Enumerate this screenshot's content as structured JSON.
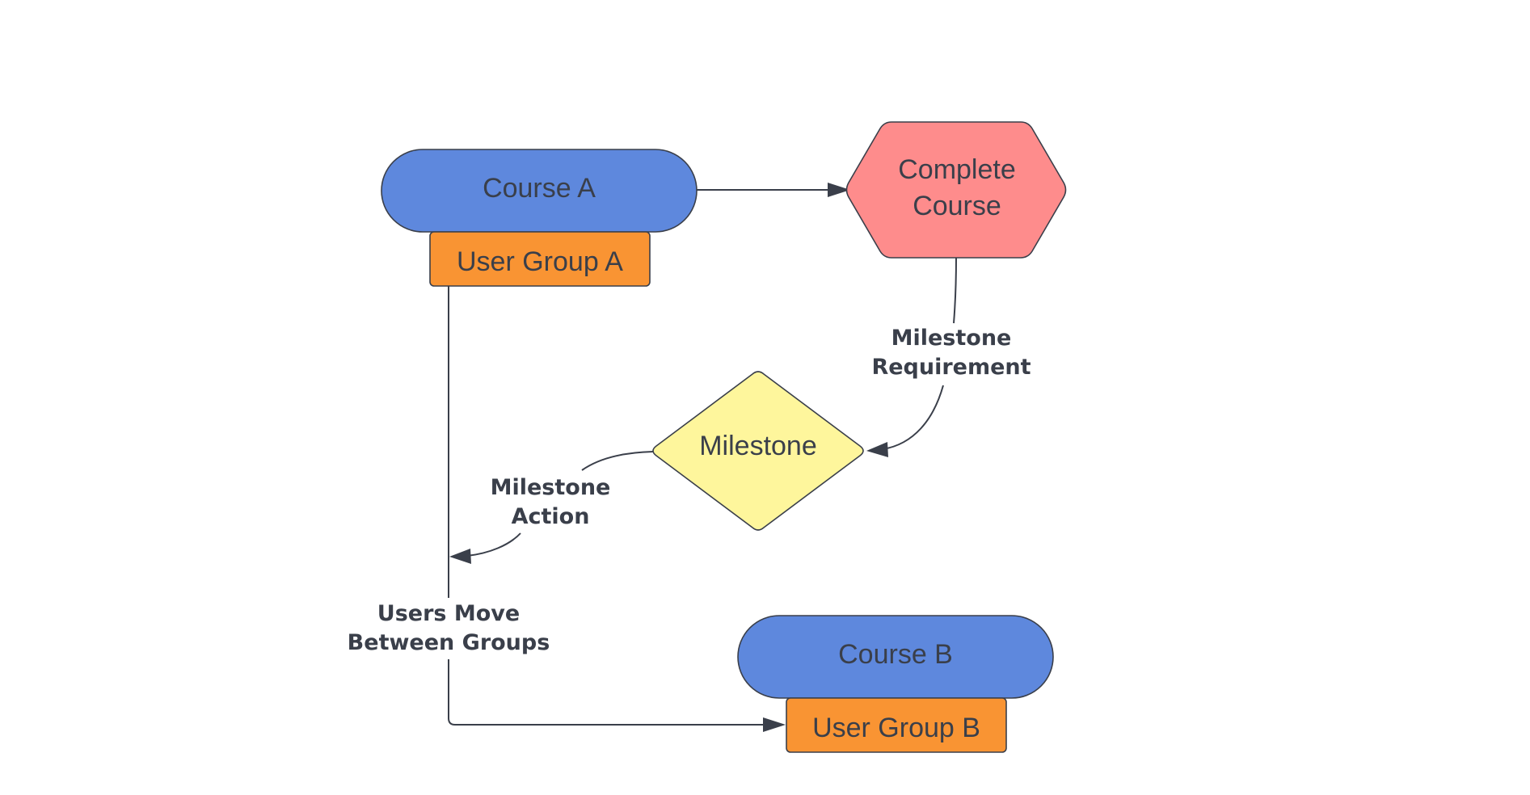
{
  "colors": {
    "course": "#5e88dd",
    "user_group": "#f99433",
    "complete": "#fe8c8c",
    "milestone": "#fef69c",
    "stroke": "#3a3f4a",
    "text": "#3a3f4a"
  },
  "nodes": {
    "course_a": {
      "label": "Course A"
    },
    "user_group_a": {
      "label": "User Group A"
    },
    "complete_course": {
      "line1": "Complete",
      "line2": "Course"
    },
    "milestone": {
      "label": "Milestone"
    },
    "course_b": {
      "label": "Course B"
    },
    "user_group_b": {
      "label": "User Group B"
    }
  },
  "edges": {
    "milestone_requirement": {
      "line1": "Milestone",
      "line2": "Requirement"
    },
    "milestone_action": {
      "line1": "Milestone",
      "line2": "Action"
    },
    "users_move": {
      "line1": "Users Move",
      "line2": "Between Groups"
    }
  }
}
